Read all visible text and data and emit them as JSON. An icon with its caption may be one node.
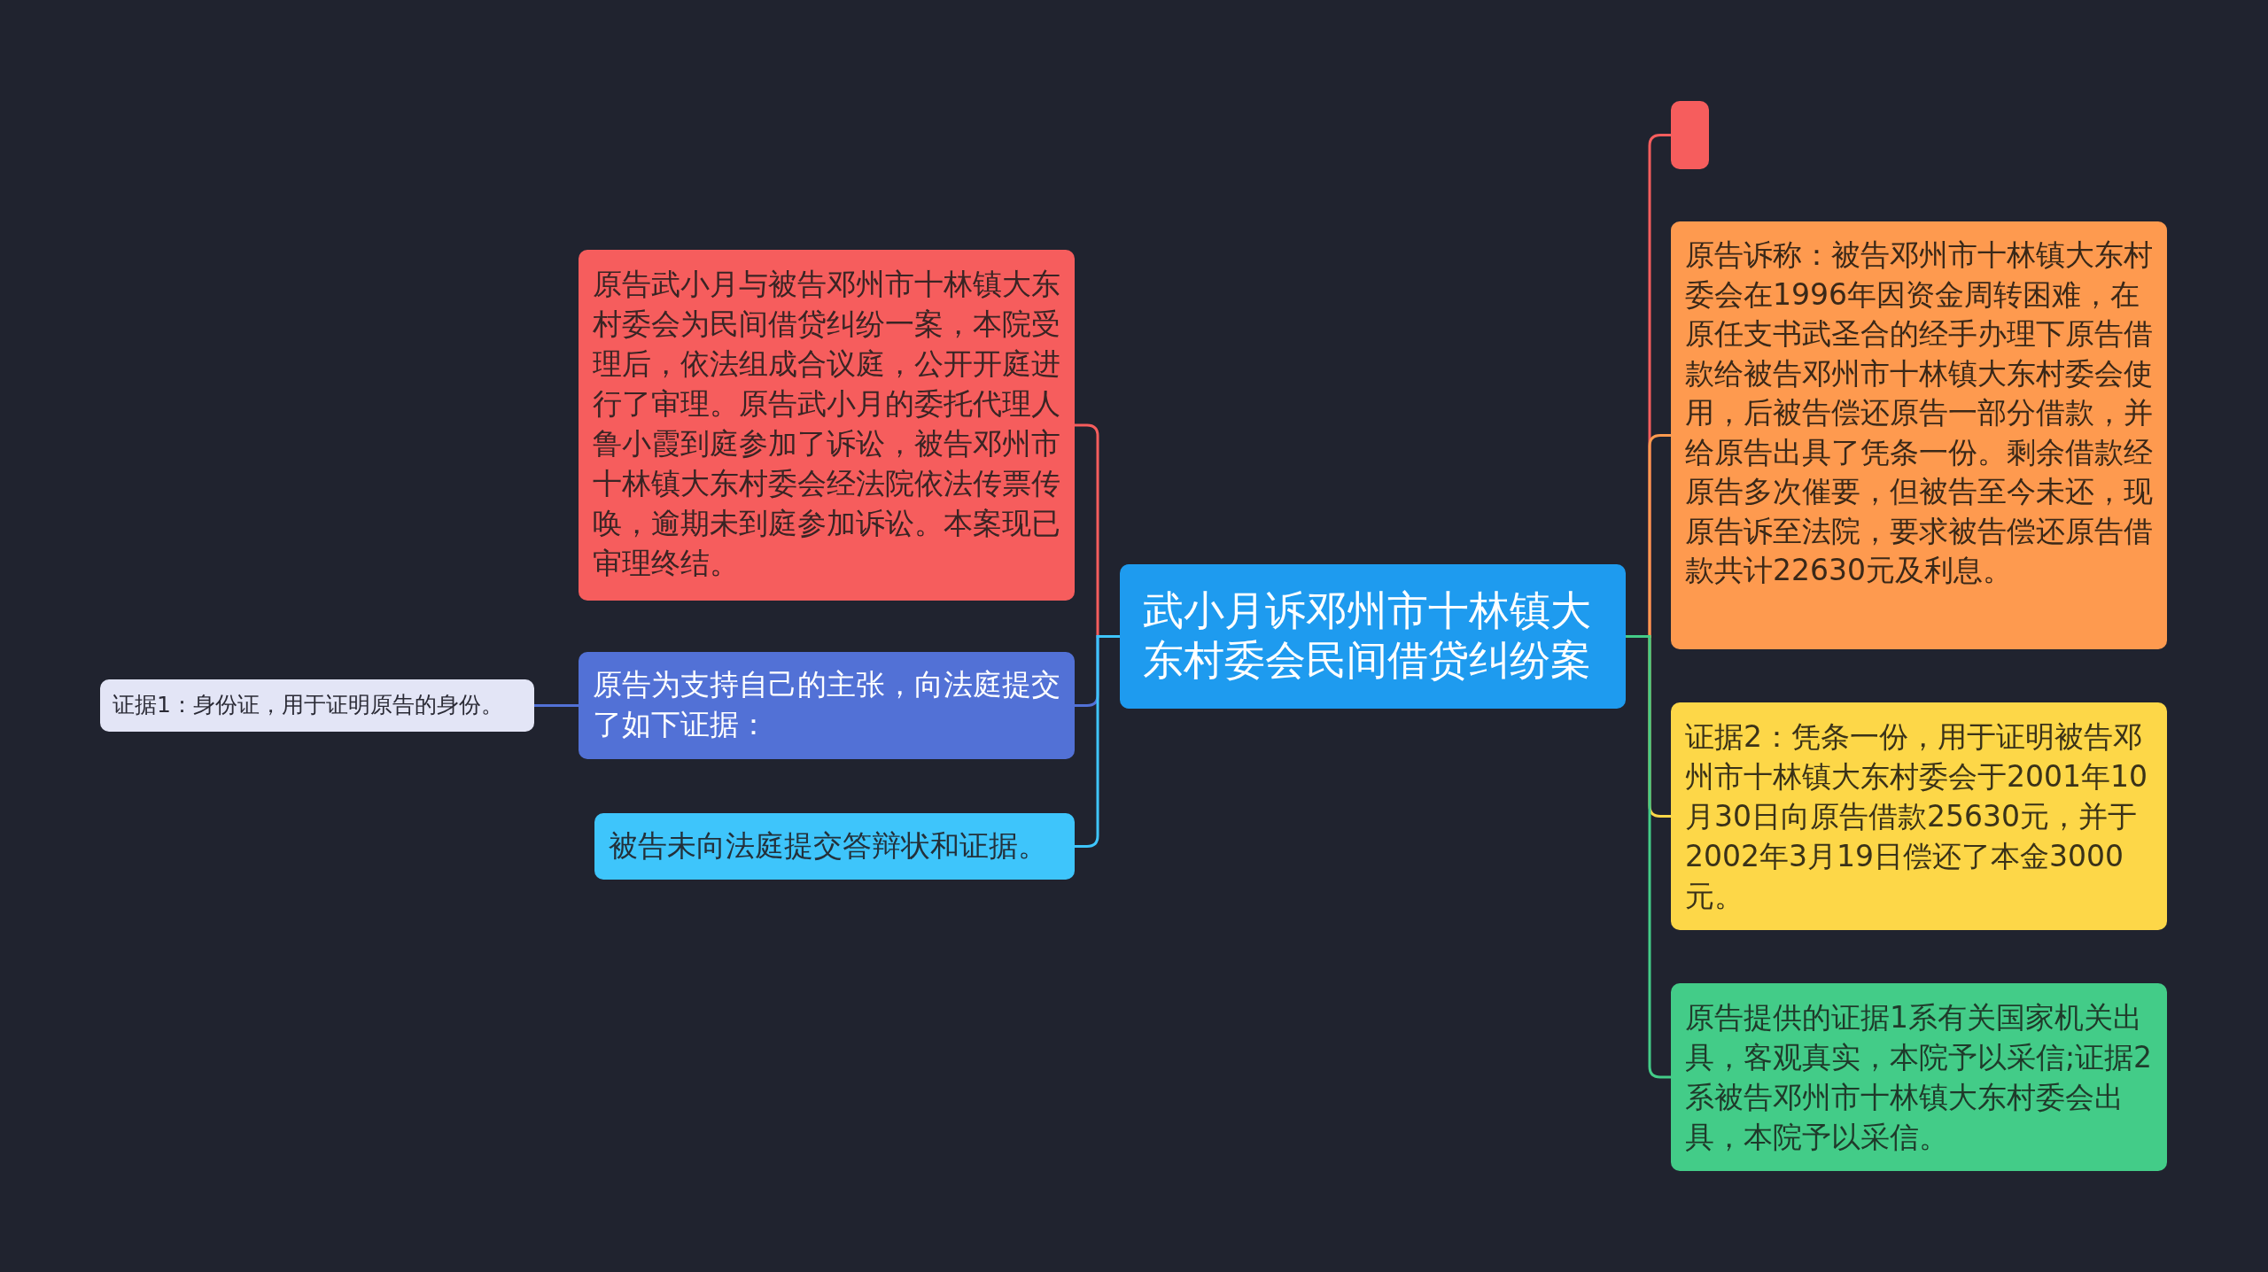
{
  "diagram": {
    "nodes": [
      {
        "text": [
          "武小月诉邓州市十林镇大东村委会民间借贷纠纷案"
        ]
      },
      {
        "text": [
          "原告武小月与被告邓州市十林镇大东村委会为民间借贷纠纷一案，本院受理后，依法组成合议庭，公开开庭进行了审理。原告武小月的委托代理人鲁小霞到庭参加了诉讼，被告邓州市十林镇大东村委会经法院依法传票传唤，逾期未到庭参加诉讼。本案现已审理终结。"
        ]
      },
      {
        "text": [
          "原告为支持自己的主张，向法庭提交了如下证据："
        ]
      },
      {
        "text": [
          "证据1：身份证，用于证明原告的身份。"
        ]
      },
      {
        "text": [
          "被告未向法庭提交答辩状和证据。"
        ]
      },
      {
        "text": [],
        "shape": "box"
      },
      {
        "text": [
          "原告诉称：被告邓州市十林镇大东村委会在1996年因资金周转困难，在原任支书武圣合的经手办理下原告借款给被告邓州市十林镇大东村委会使用，后被告偿还原告一部分借款，并给原告出具了凭条一份。剩余借款经原告多次催要，但被告至今未还，现原告诉至法院，要求被告偿还原告借款共计22630元及利息。"
        ]
      },
      {
        "text": [
          "证据2：凭条一份，用于证明被告邓州市十林镇大东村委会于2001年10月30日向原告借款25630元，并于2002年3月19日偿还了本金3000元。"
        ]
      },
      {
        "text": [
          "原告提供的证据1系有关国家机关出具，客观真实，本院予以采信;证据2系被告邓州市十林镇大东村委会出具，本院予以采信。"
        ]
      }
    ],
    "edges": [
      {
        "from": 0,
        "to": 1,
        "arrow": "none",
        "color": "#f65d5d"
      },
      {
        "from": 0,
        "to": 2,
        "arrow": "none",
        "color": "#5271d6"
      },
      {
        "from": 2,
        "to": 3,
        "arrow": "none",
        "color": "#5271d6"
      },
      {
        "from": 0,
        "to": 4,
        "arrow": "none",
        "color": "#3ec5fb"
      },
      {
        "from": 0,
        "to": 5,
        "arrow": "none",
        "color": "#f65d5d"
      },
      {
        "from": 0,
        "to": 6,
        "arrow": "none",
        "color": "#fe9a4f"
      },
      {
        "from": 0,
        "to": 7,
        "arrow": "none",
        "color": "#fdd748"
      },
      {
        "from": 0,
        "to": 8,
        "arrow": "none",
        "color": "#43cc88"
      }
    ]
  }
}
